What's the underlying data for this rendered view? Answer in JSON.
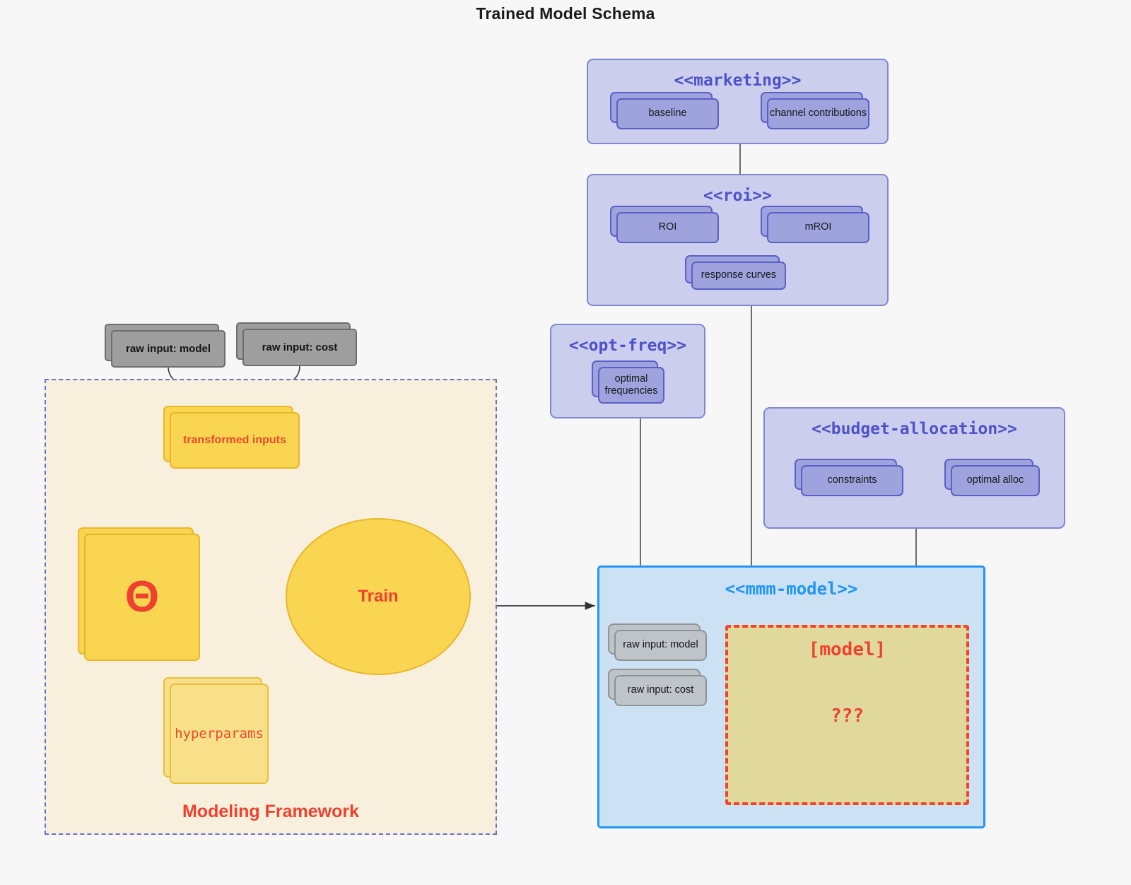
{
  "title": "Trained Model Schema",
  "packages": {
    "marketing": {
      "label": "<<marketing>>",
      "nodes": [
        {
          "label": "baseline"
        },
        {
          "label": "channel contributions"
        }
      ]
    },
    "roi": {
      "label": "<<roi>>",
      "nodes": [
        {
          "label": "ROI"
        },
        {
          "label": "mROI"
        },
        {
          "label": "response curves"
        }
      ]
    },
    "opt_freq": {
      "label": "<<opt-freq>>",
      "nodes": [
        {
          "label": "optimal frequencies"
        }
      ]
    },
    "budget_allocation": {
      "label": "<<budget-allocation>>",
      "nodes": [
        {
          "label": "constraints"
        },
        {
          "label": "optimal alloc"
        }
      ]
    },
    "mmm_model": {
      "label": "<<mmm-model>>",
      "inputs": [
        {
          "label": "raw input: model"
        },
        {
          "label": "raw input: cost"
        }
      ],
      "model_box": {
        "title": "[model]",
        "unknown": "???"
      }
    }
  },
  "framework": {
    "label": "Modeling Framework",
    "raw_inputs": [
      {
        "label": "raw input: model"
      },
      {
        "label": "raw input: cost"
      }
    ],
    "transformed_inputs": {
      "label": "transformed inputs"
    },
    "theta": {
      "label": "Θ"
    },
    "hyperparams": {
      "label": "hyperparams"
    },
    "train": {
      "label": "Train"
    }
  },
  "colors": {
    "background": "#f7f7f8",
    "package_fill": "#ccceee",
    "package_border": "#8186d4",
    "package_title": "#4e52c8",
    "node_fill": "#9ea3dd",
    "node_border": "#5b5fc7",
    "mmm_fill": "#cde1f5",
    "mmm_border": "#2196f3",
    "gray_dark": "#9e9e9e",
    "gray_light": "#bfc4c9",
    "yellow": "#f9d551",
    "yellow_soft": "#f8e08a",
    "framework_fill": "#f8f0dd",
    "framework_border": "#6a6fd0",
    "accent_red": "#ef4130",
    "model_box_fill": "#e1d99b",
    "model_box_border": "#f4412c"
  }
}
